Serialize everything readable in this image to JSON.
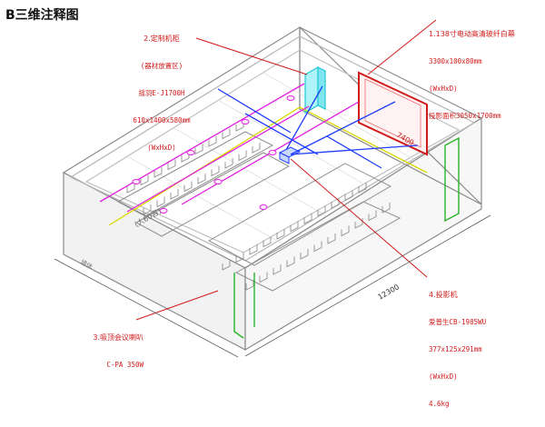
{
  "title": "B三维注释图",
  "callouts": {
    "cabinet": {
      "head": "2.定制机柜",
      "lines": [
        "(器材放置区)",
        "摇羽E-J1700H",
        "610x1400x580mm",
        "(WxHxD)"
      ]
    },
    "screen": {
      "head": "1.138寸电动高清玻纤白幕",
      "lines": [
        "3300x100x80mm",
        "(WxHxD)",
        "投影面积3050x1700mm"
      ]
    },
    "speaker": {
      "head": "3.吸顶会议喇叭",
      "lines": [
        "C-PA 350W"
      ]
    },
    "projector": {
      "head": "4.投影机",
      "lines": [
        "爱普生CB-1985WU",
        "377x125x291mm",
        "(WxHxD)",
        "4.6kg"
      ]
    }
  },
  "labels": {
    "capacity": "(人60容)",
    "axis_wall": "墙体",
    "axis_width": "7400",
    "axis_length": "12300"
  },
  "colors": {
    "leader": "#d11a1a",
    "screen": "#d11a1a",
    "cabinet": "#20c8d8",
    "cable_blue": "#1e3cff",
    "cable_magenta": "#e020e0",
    "cable_yellow": "#d8d800",
    "wall": "#8a8a8a",
    "furniture": "#9a9a9a",
    "door": "#2ab42a"
  }
}
